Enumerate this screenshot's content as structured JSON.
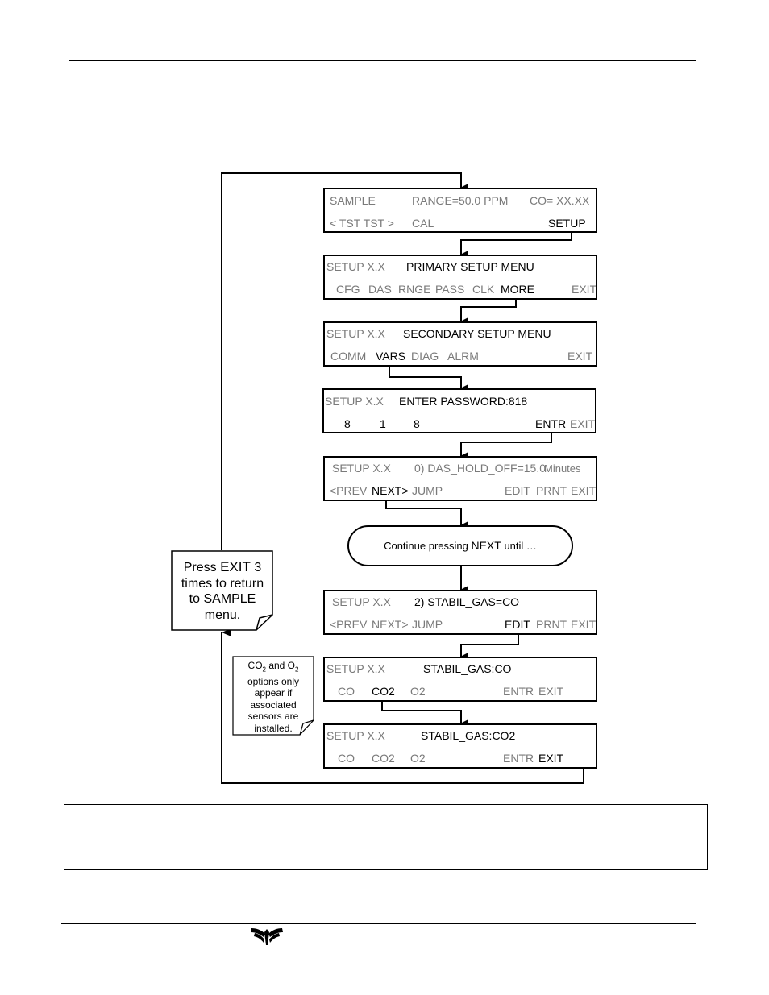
{
  "screens": [
    {
      "title_row": [
        "SAMPLE",
        "RANGE=50.0 PPM",
        "CO= XX.XX"
      ],
      "keys": [
        "< TST  TST >",
        "CAL",
        "SETUP"
      ]
    },
    {
      "title_row": [
        "SETUP X.X",
        "PRIMARY SETUP MENU"
      ],
      "keys": [
        "CFG",
        "DAS",
        "RNGE",
        "PASS",
        "CLK",
        "MORE",
        "EXIT"
      ]
    },
    {
      "title_row": [
        "SETUP X.X",
        "SECONDARY SETUP MENU"
      ],
      "keys": [
        "COMM",
        "VARS",
        "DIAG",
        "ALRM",
        "EXIT"
      ]
    },
    {
      "title_row": [
        "SETUP X.X",
        "ENTER PASSWORD:818"
      ],
      "keys": [
        "8",
        "1",
        "8",
        "ENTR",
        "EXIT"
      ]
    },
    {
      "title_row": [
        "SETUP X.X",
        "0) DAS_HOLD_OFF=15.0",
        "Minutes"
      ],
      "keys": [
        "<PREV",
        "NEXT>",
        "JUMP",
        "EDIT",
        "PRNT",
        "EXIT"
      ]
    },
    {
      "title_row": [
        "SETUP X.X",
        "2) STABIL_GAS=CO"
      ],
      "keys": [
        "<PREV",
        "NEXT>",
        "JUMP",
        "EDIT",
        "PRNT",
        "EXIT"
      ]
    },
    {
      "title_row": [
        "SETUP X.X",
        "STABIL_GAS:CO"
      ],
      "keys": [
        "CO",
        "CO2",
        "O2",
        "ENTR",
        "EXIT"
      ]
    },
    {
      "title_row": [
        "SETUP X.X",
        "STABIL_GAS:CO2"
      ],
      "keys": [
        "CO",
        "CO2",
        "O2",
        "ENTR",
        "EXIT"
      ]
    }
  ],
  "continue": {
    "prefix": "Continue pressing ",
    "key": "NEXT",
    "suffix": " until …"
  },
  "exit_note": {
    "l1a": "Press ",
    "l1b": "EXIT",
    "l1c": " 3",
    "l2": "times to return",
    "l3a": "to ",
    "l3b": "SAMPLE",
    "l4": "menu."
  },
  "options_note": {
    "co": "CO",
    "two": "2",
    "and": " and O",
    "l2": "options only",
    "l3": "appear if",
    "l4": "associated",
    "l5": "sensors are",
    "l6": "installed."
  }
}
